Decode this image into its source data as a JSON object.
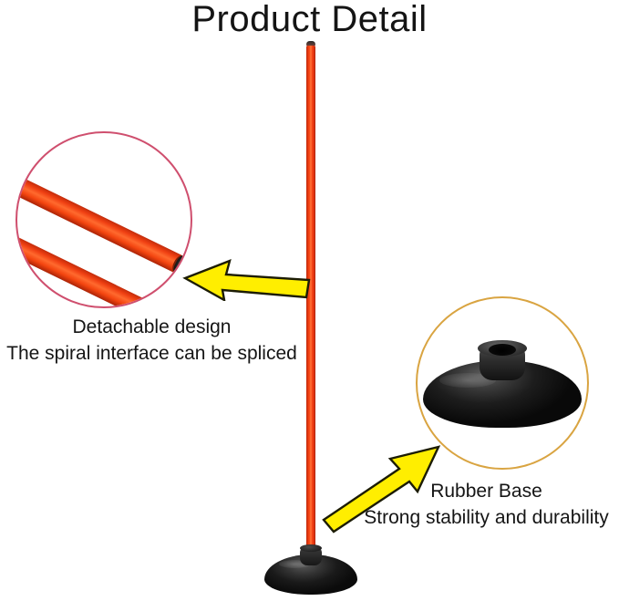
{
  "header": {
    "title": "Product Detail"
  },
  "product": {
    "pole_color": "#f4430f",
    "base_color": "#141414"
  },
  "callouts": [
    {
      "id": "detachable",
      "circle_border_color": "#cf4f6e",
      "arrow_color": "#ffee00",
      "arrow_outline_color": "#1a1a00",
      "line1": "Detachable design",
      "line2": "The spiral interface can be spliced",
      "subject": "two-pole-segments"
    },
    {
      "id": "rubber-base",
      "circle_border_color": "#d9a441",
      "arrow_color": "#ffee00",
      "arrow_outline_color": "#1a1a00",
      "line1": "Rubber Base",
      "line2": "Strong stability and durability",
      "subject": "rubber-base-disc"
    }
  ]
}
